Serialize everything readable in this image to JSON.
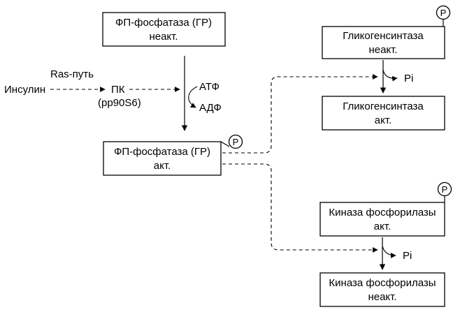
{
  "boxes": {
    "pp_inactive": {
      "line1": "ФП-фосфатаза (ГР)",
      "line2": "неакт."
    },
    "pp_active": {
      "line1": "ФП-фосфатаза (ГР)",
      "line2": "акт."
    },
    "gs_inactive": {
      "line1": "Гликогенсинтаза",
      "line2": "неакт."
    },
    "gs_active": {
      "line1": "Гликогенсинтаза",
      "line2": "акт."
    },
    "pk_active": {
      "line1": "Киназа фосфорилазы",
      "line2": "акт."
    },
    "pk_inactive": {
      "line1": "Киназа фосфорилазы",
      "line2": "неакт."
    }
  },
  "labels": {
    "insulin": "Инсулин",
    "ras": "Ras-путь",
    "pk": "ПК",
    "pp90s6": "(pp90S6)",
    "atp": "АТФ",
    "adp": "АДФ",
    "pi_top": "Pi",
    "pi_bottom": "Pi"
  },
  "phospho_markers": {
    "pp_active": "P",
    "gs_inactive": "P",
    "pk_active": "P"
  }
}
